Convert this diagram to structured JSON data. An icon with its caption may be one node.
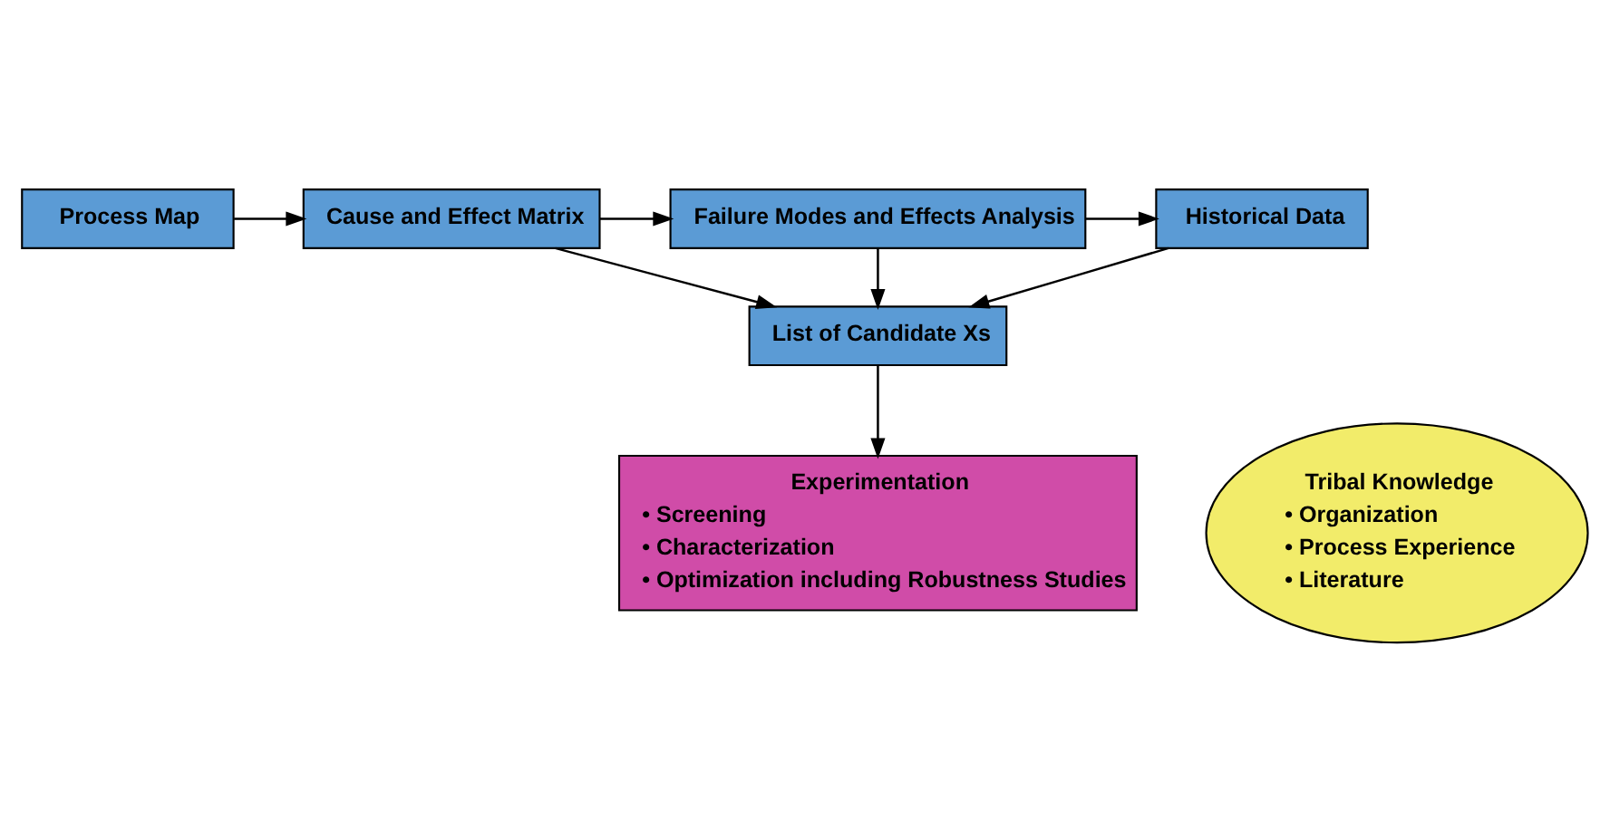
{
  "diagram": {
    "nodes": [
      {
        "text": [
          "Process Map"
        ]
      },
      {
        "text": [
          "Cause and Effect Matrix"
        ]
      },
      {
        "text": [
          "Failure Modes and Effects Analysis"
        ]
      },
      {
        "text": [
          "Historical Data"
        ]
      },
      {
        "text": [
          "List of Candidate Xs"
        ]
      },
      {
        "text": [
          "Tribal Knowledge",
          "• Organization",
          "• Process Experience",
          "• Literature"
        ]
      },
      {
        "text": [
          "Experimentation",
          "• Screening",
          "• Characterization",
          "• Optimization including Robustness Studies"
        ]
      }
    ],
    "edges": [
      {
        "from": 0,
        "to": 1,
        "arrow": "to"
      },
      {
        "from": 1,
        "to": 2,
        "arrow": "to"
      },
      {
        "from": 2,
        "to": 3,
        "arrow": "to"
      },
      {
        "from": 2,
        "to": 4,
        "arrow": "to"
      },
      {
        "from": 1,
        "to": 4,
        "arrow": "to"
      },
      {
        "from": 3,
        "to": 4,
        "arrow": "to"
      },
      {
        "from": 4,
        "to": 6,
        "arrow": "to"
      }
    ]
  }
}
